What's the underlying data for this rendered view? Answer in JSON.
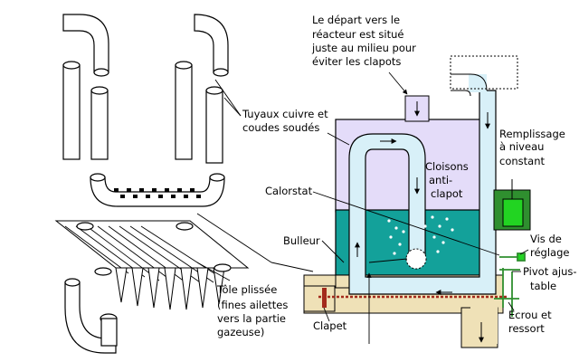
{
  "labels": {
    "depart": [
      "Le départ vers le",
      "réacteur est situé",
      "juste au milieu pour",
      "éviter les clapots"
    ],
    "tuyaux": [
      "Tuyaux cuivre et",
      "coudes soudés"
    ],
    "remplissage": [
      "Remplissage",
      "à niveau",
      "constant"
    ],
    "cloisons": [
      "Cloisons",
      "anti-",
      "clapot"
    ],
    "calorstat": [
      "Calorstat"
    ],
    "vis": [
      "Vis de",
      "réglage"
    ],
    "bulleur": [
      "Bulleur"
    ],
    "pivot": [
      "Pivot ajus-",
      "table"
    ],
    "tole": [
      "Tôle plissée",
      "(fines ailettes",
      "vers la partie",
      "gazeuse)"
    ],
    "clapet": [
      "Clapet"
    ],
    "ecrou": [
      "Ecrou et",
      "ressort"
    ]
  },
  "colors": {
    "upper_gas": "#e4dcf9",
    "water": "#13a19a",
    "coil": "#d8f0f8",
    "base": "#efe1b7",
    "valve_box": "#2f8f2f",
    "valve": "#22d422",
    "clapet": "#a32a1c",
    "arrow": "#ffffff"
  }
}
